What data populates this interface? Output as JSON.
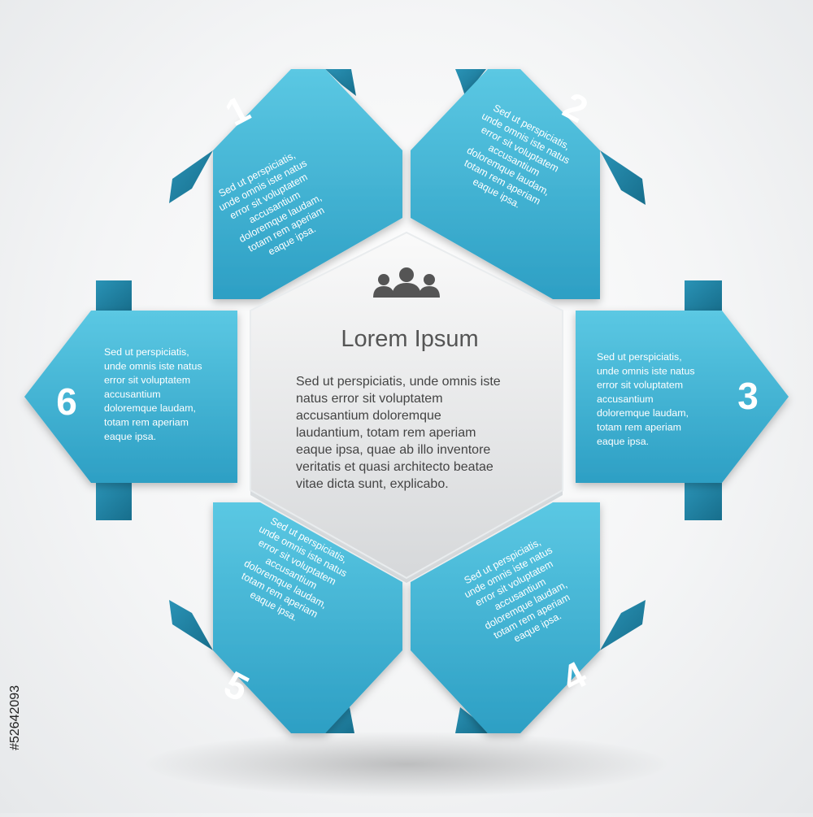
{
  "center": {
    "icon": "people-group-icon",
    "title": "Lorem Ipsum",
    "body": [
      "Sed ut perspiciatis, unde omnis iste",
      "natus error sit voluptatem",
      "accusantium doloremque",
      "laudantium, totam rem aperiam",
      "eaque ipsa, quae ab illo inventore",
      "veritatis et quasi architecto beatae",
      "vitae dicta sunt, explicabo."
    ]
  },
  "tiles": [
    {
      "number": "1",
      "text": [
        "Sed ut perspiciatis,",
        "unde omnis iste natus",
        "error sit voluptatem",
        "accusantium",
        "doloremque laudam,",
        "totam rem aperiam",
        "eaque ipsa."
      ]
    },
    {
      "number": "2",
      "text": [
        "Sed ut perspiciatis,",
        "unde omnis iste natus",
        "error sit voluptatem",
        "accusantium",
        "doloremque laudam,",
        "totam rem aperiam",
        "eaque ipsa."
      ]
    },
    {
      "number": "3",
      "text": [
        "Sed ut perspiciatis,",
        "unde omnis iste natus",
        "error sit voluptatem",
        "accusantium",
        "doloremque laudam,",
        "totam rem aperiam",
        "eaque ipsa."
      ]
    },
    {
      "number": "4",
      "text": [
        "Sed ut perspiciatis,",
        "unde omnis iste natus",
        "error sit voluptatem",
        "accusantium",
        "doloremque laudam,",
        "totam rem aperiam",
        "eaque ipsa."
      ]
    },
    {
      "number": "5",
      "text": [
        "Sed ut perspiciatis,",
        "unde omnis iste natus",
        "error sit voluptatem",
        "accusantium",
        "doloremque laudam,",
        "totam rem aperiam",
        "eaque ipsa."
      ]
    },
    {
      "number": "6",
      "text": [
        "Sed ut perspiciatis,",
        "unde omnis iste natus",
        "error sit voluptatem",
        "accusantium",
        "doloremque laudam,",
        "totam rem aperiam",
        "eaque ipsa."
      ]
    }
  ],
  "watermark": "#52642093",
  "colors": {
    "tile_light": "#5bc8e3",
    "tile_dark": "#2d9fc4",
    "tile_fold": "#1f7e9e",
    "center_light": "#fafafa",
    "center_dark": "#d6d8da",
    "icon": "#555555"
  }
}
